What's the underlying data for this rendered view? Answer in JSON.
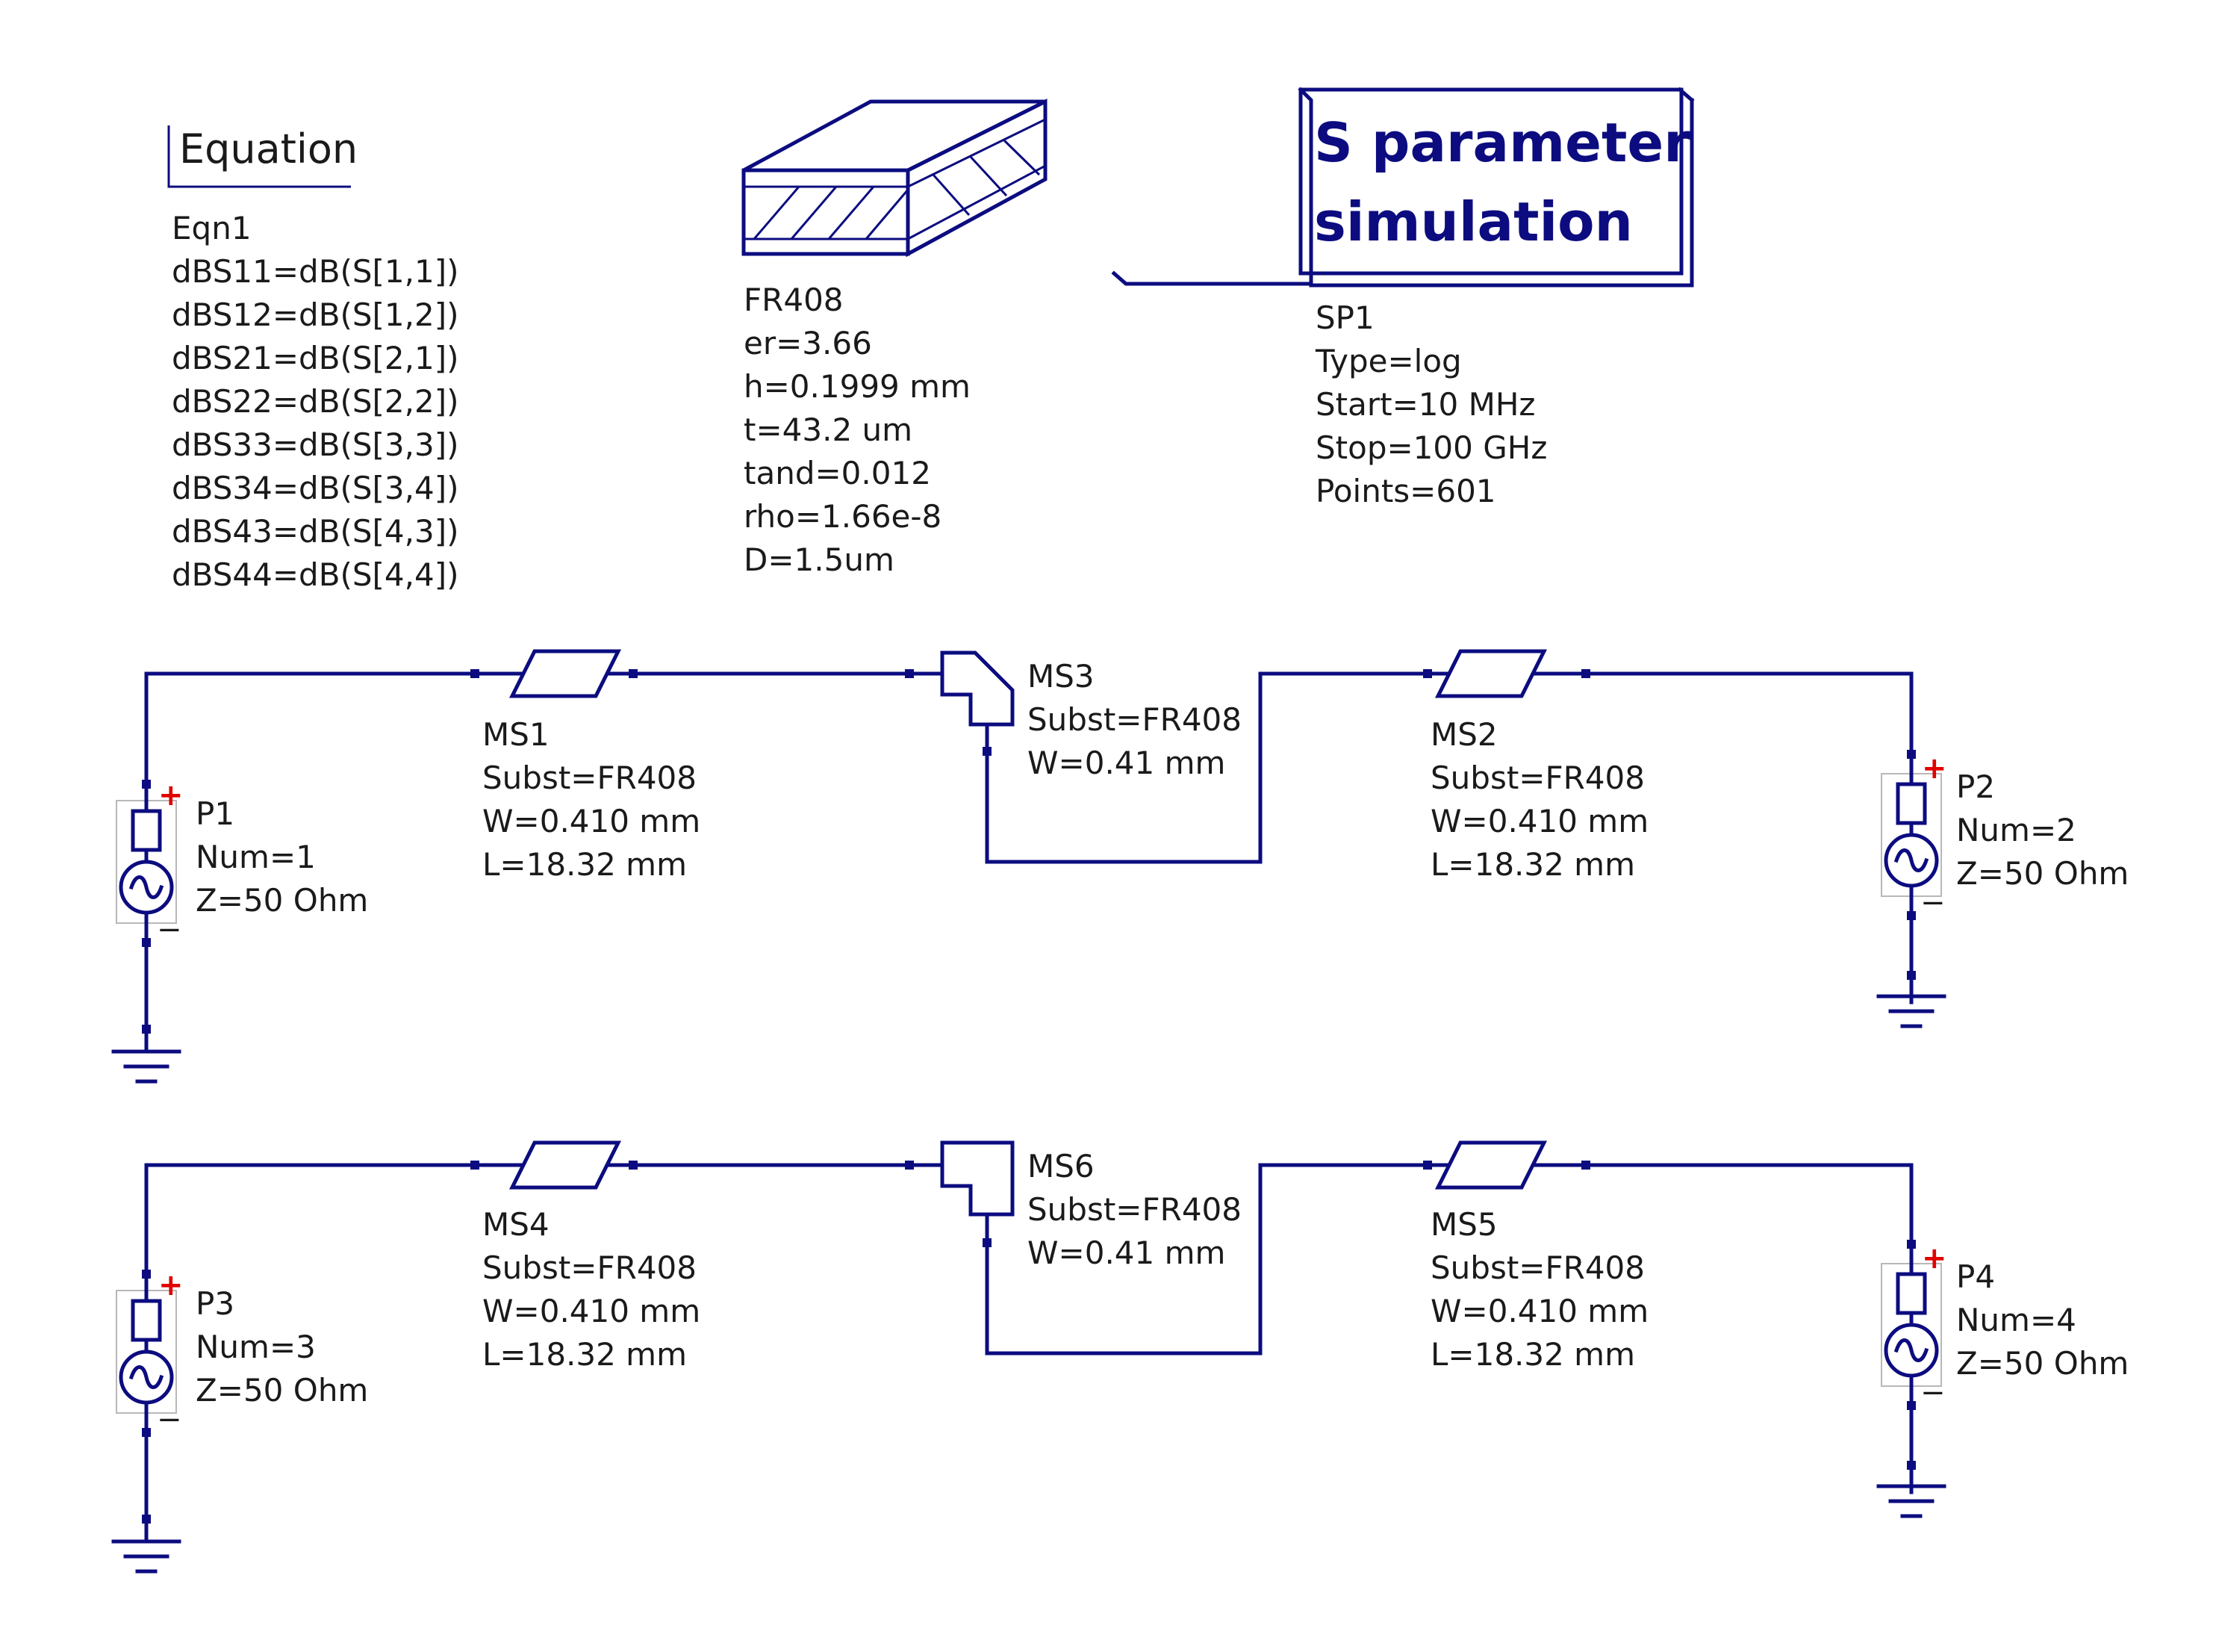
{
  "equation": {
    "title": "Equation",
    "name": "Eqn1",
    "lines": [
      "dBS11=dB(S[1,1])",
      "dBS12=dB(S[1,2])",
      "dBS21=dB(S[2,1])",
      "dBS22=dB(S[2,2])",
      "dBS33=dB(S[3,3])",
      "dBS34=dB(S[3,4])",
      "dBS43=dB(S[4,3])",
      "dBS44=dB(S[4,4])"
    ]
  },
  "substrate": {
    "name": "FR408",
    "params": [
      "er=3.66",
      "h=0.1999 mm",
      "t=43.2 um",
      "tand=0.012",
      "rho=1.66e-8",
      "D=1.5um"
    ]
  },
  "simulation": {
    "title_line1": "S parameter",
    "title_line2": "simulation",
    "name": "SP1",
    "params": [
      "Type=log",
      "Start=10 MHz",
      "Stop=100 GHz",
      "Points=601"
    ]
  },
  "lines": [
    {
      "name": "MS1",
      "params": [
        "Subst=FR408",
        "W=0.410 mm",
        "L=18.32 mm"
      ]
    },
    {
      "name": "MS2",
      "params": [
        "Subst=FR408",
        "W=0.410 mm",
        "L=18.32 mm"
      ]
    },
    {
      "name": "MS4",
      "params": [
        "Subst=FR408",
        "W=0.410 mm",
        "L=18.32 mm"
      ]
    },
    {
      "name": "MS5",
      "params": [
        "Subst=FR408",
        "W=0.410 mm",
        "L=18.32 mm"
      ]
    }
  ],
  "bends": [
    {
      "name": "MS3",
      "params": [
        "Subst=FR408",
        "W=0.41 mm"
      ]
    },
    {
      "name": "MS6",
      "params": [
        "Subst=FR408",
        "W=0.41 mm"
      ]
    }
  ],
  "ports": [
    {
      "name": "P1",
      "params": [
        "Num=1",
        "Z=50 Ohm"
      ]
    },
    {
      "name": "P2",
      "params": [
        "Num=2",
        "Z=50 Ohm"
      ]
    },
    {
      "name": "P3",
      "params": [
        "Num=3",
        "Z=50 Ohm"
      ]
    },
    {
      "name": "P4",
      "params": [
        "Num=4",
        "Z=50 Ohm"
      ]
    }
  ],
  "symbols": {
    "plus": "+",
    "minus": "−"
  },
  "colors": {
    "wire": "#0c0c80",
    "plus": "#e00000",
    "text": "#1a1a1a"
  }
}
